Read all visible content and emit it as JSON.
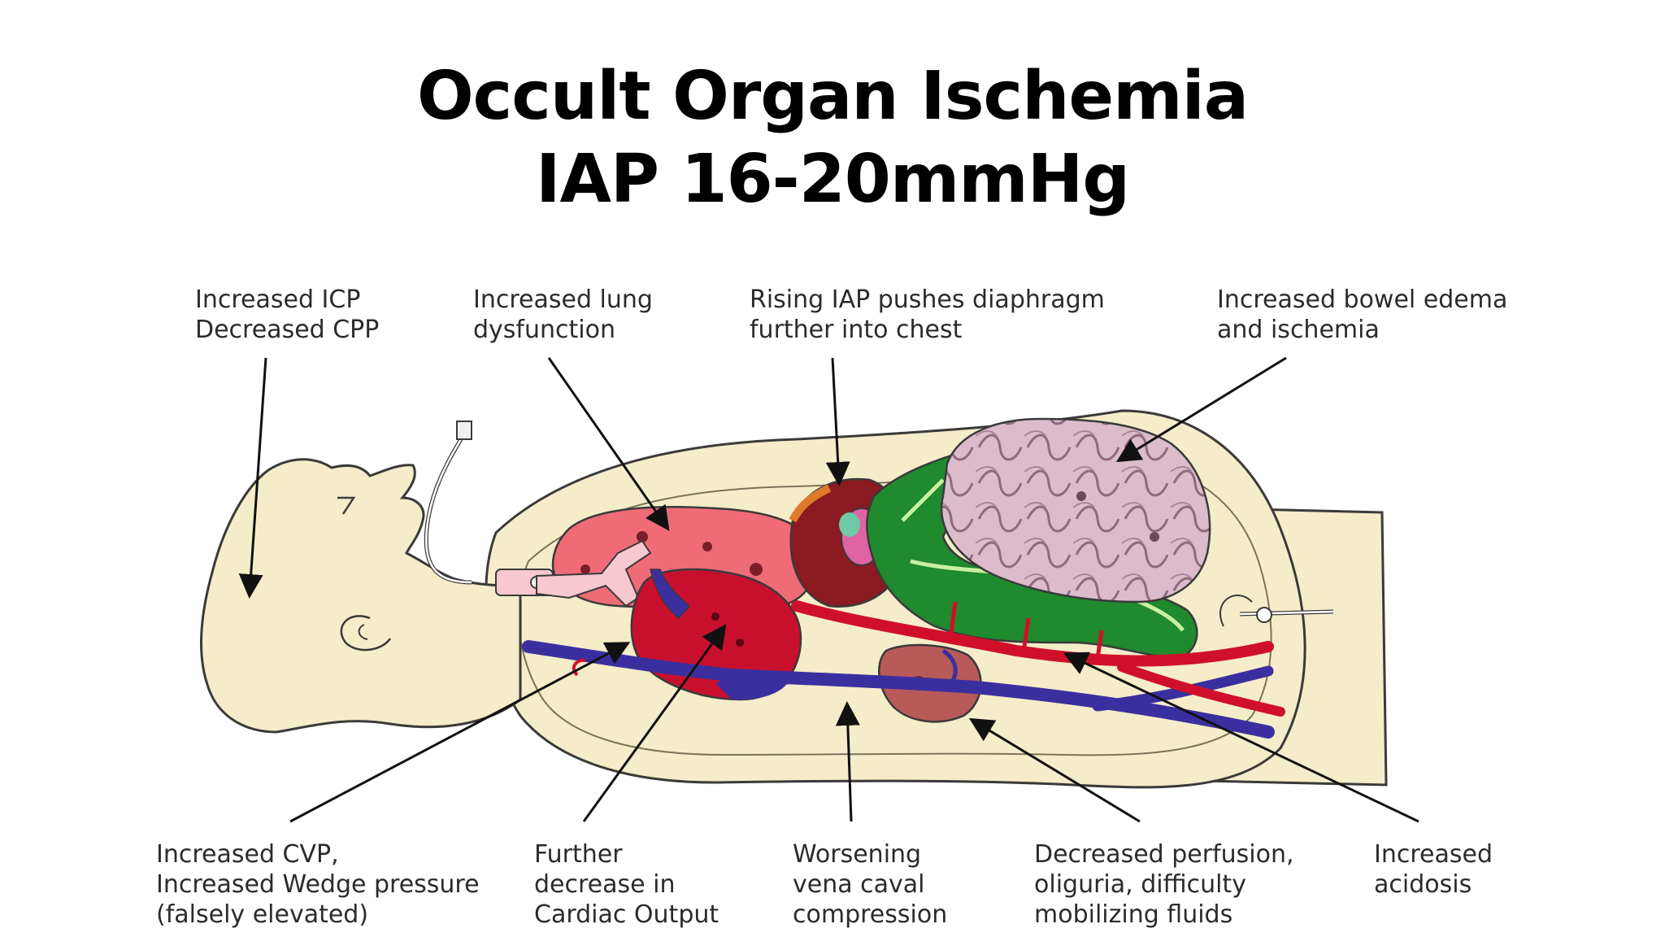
{
  "title": {
    "line1": "Occult Organ Ischemia",
    "line2": "IAP 16-20mmHg"
  },
  "labels": {
    "icp": [
      "Increased ICP",
      "Decreased CPP"
    ],
    "lung": [
      "Increased lung",
      "dysfunction"
    ],
    "diaphragm": [
      "Rising IAP pushes diaphragm",
      "further into chest"
    ],
    "bowel": [
      "Increased bowel edema",
      "and ischemia"
    ],
    "cvp": [
      "Increased CVP,",
      "Increased Wedge pressure",
      "(falsely elevated)"
    ],
    "cardiac": [
      "Further",
      "decrease in",
      "Cardiac Output"
    ],
    "vena": [
      "Worsening",
      "vena caval",
      "compression"
    ],
    "perfusion": [
      "Decreased perfusion,",
      "oliguria, difficulty",
      "mobilizing fluids"
    ],
    "acidosis": [
      "Increased",
      "acidosis"
    ]
  },
  "colors": {
    "skin": "#f5ecc9",
    "outline": "#3a3a3a",
    "lung": "#f06b78",
    "heart": "#c8102e",
    "vein": "#3b2fa0",
    "artery": "#d0102a",
    "colon": "#1f8a2e",
    "small_bowel": "#d9b7c8",
    "kidney": "#b85a5a"
  }
}
